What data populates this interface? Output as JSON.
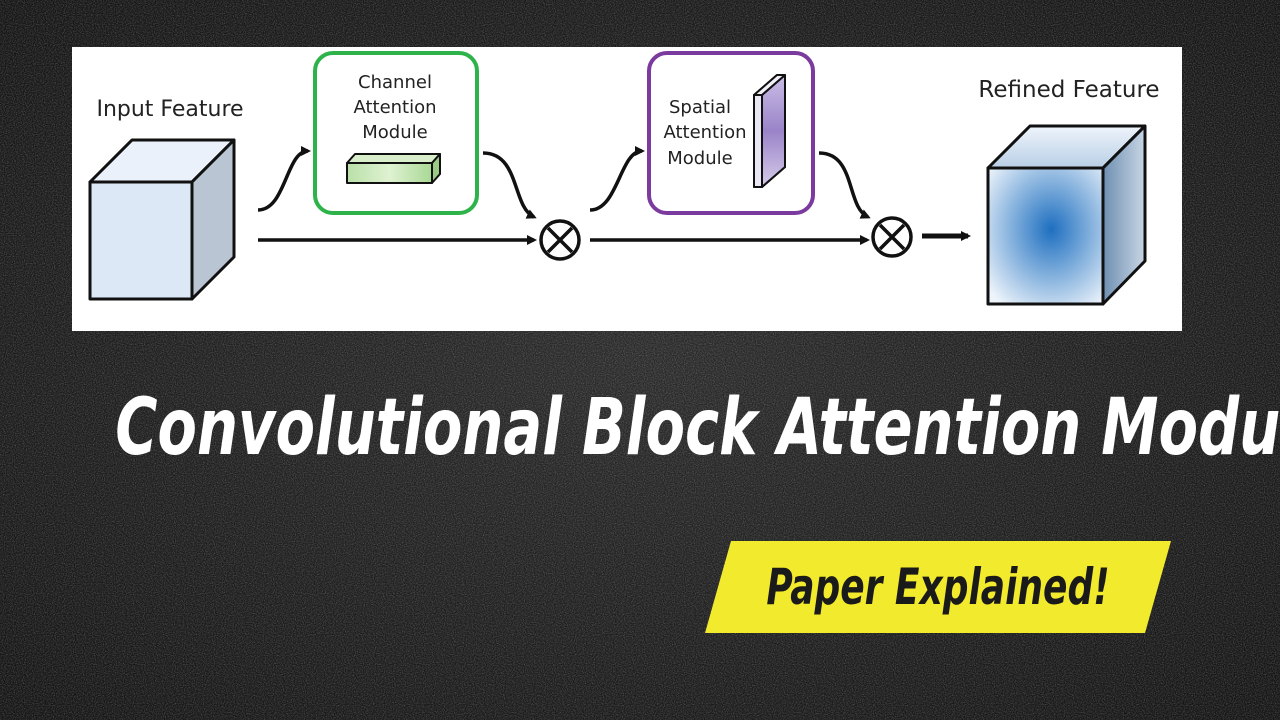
{
  "diagram": {
    "input_label": "Input Feature",
    "channel_module": {
      "line1": "Channel",
      "line2": "Attention",
      "line3": "Module",
      "border_color": "#2db34a",
      "fill_color": "#c7e6b8"
    },
    "spatial_module": {
      "line1": "Spatial",
      "line2": "Attention",
      "line3": "Module",
      "border_color": "#7b3a9e",
      "fill_color": "#b7a6d6"
    },
    "output_label": "Refined Feature",
    "operator_symbol": "⊗",
    "input_cube_color": "#dce8f6",
    "output_cube_color": "#1e6fc0"
  },
  "title": "Convolutional Block Attention Module",
  "badge": {
    "label": "Paper Explained!",
    "color": "#f2ea2c"
  }
}
